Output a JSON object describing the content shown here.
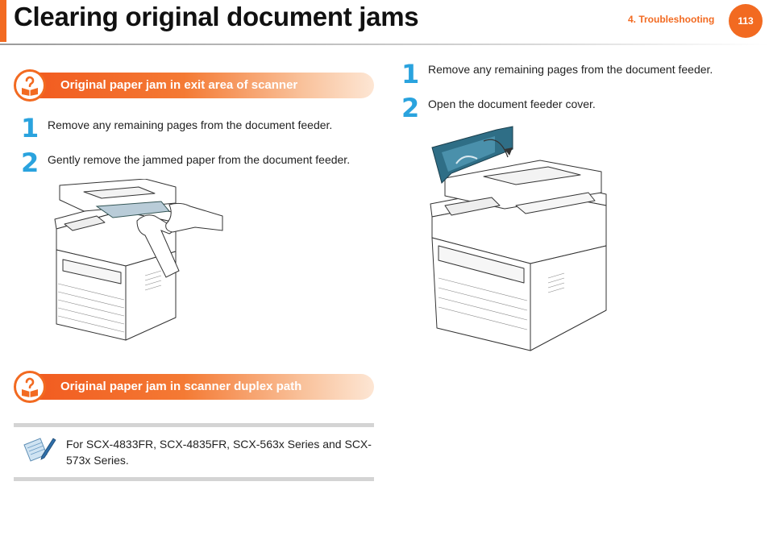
{
  "header": {
    "title": "Clearing original document jams",
    "breadcrumb": "4.  Troubleshooting",
    "page_number": "113"
  },
  "section1": {
    "title": "Original paper jam in exit area of scanner",
    "steps": [
      {
        "num": "1",
        "text": "Remove any remaining pages from the document feeder."
      },
      {
        "num": "2",
        "text": "Gently remove the jammed paper from the document feeder."
      }
    ]
  },
  "section2": {
    "title": "Original paper jam in scanner duplex path",
    "note": "For SCX-4833FR, SCX-4835FR, SCX-563x Series and SCX-573x Series."
  },
  "right": {
    "steps": [
      {
        "num": "1",
        "text": "Remove any remaining pages from the document feeder."
      },
      {
        "num": "2",
        "text": "Open the document feeder cover."
      }
    ]
  },
  "colors": {
    "accent": "#f26a21",
    "step": "#2aa3de"
  },
  "icons": [
    "help-book-icon",
    "note-pen-icon"
  ]
}
